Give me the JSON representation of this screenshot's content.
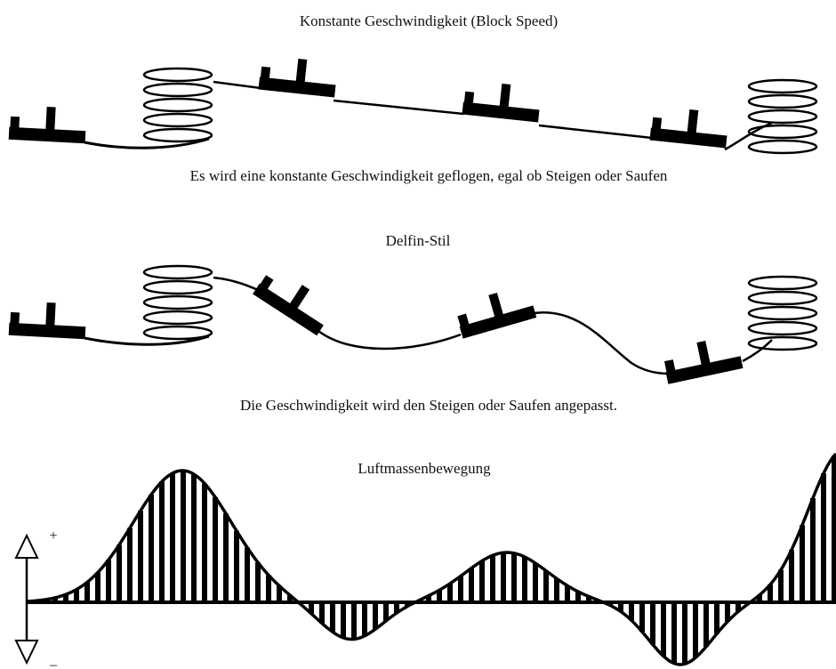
{
  "colors": {
    "ink": "#000000",
    "background": "#ffffff"
  },
  "icons": {
    "glider": "glider-icon",
    "thermal": "thermal-spiral-icon",
    "up_arrow": "up-arrow-icon",
    "down_arrow": "down-arrow-icon"
  },
  "block_speed": {
    "title": "Konstante Geschwindigkeit (Block Speed)",
    "caption": "Es wird eine konstante Geschwindigkeit geflogen, egal ob Steigen oder Saufen"
  },
  "dolphin": {
    "title": "Delfin-Stil",
    "caption": "Die Geschwindigkeit wird den Steigen oder Saufen angepasst."
  },
  "airmass": {
    "title": "Luftmassenbewegung",
    "plus_label": "+",
    "minus_label": "–"
  }
}
